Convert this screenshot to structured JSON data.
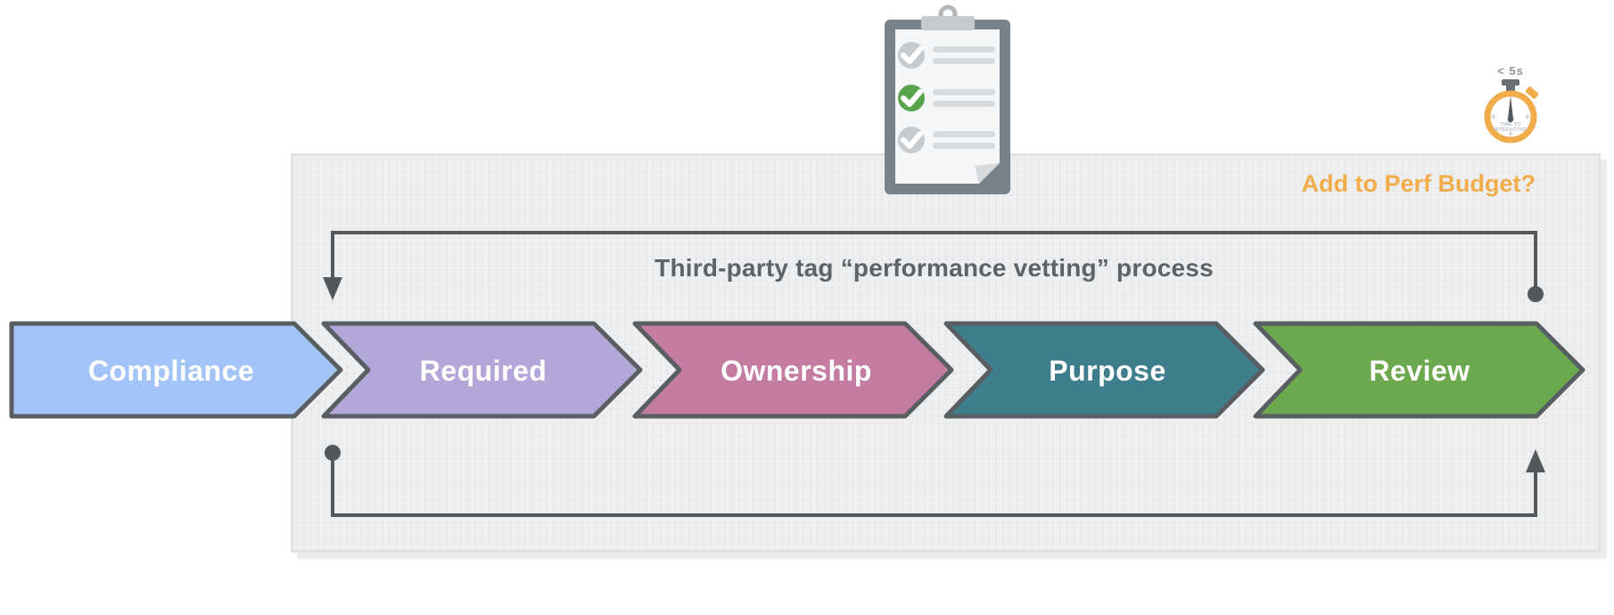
{
  "title": "Third-party tag “performance vetting” process",
  "budget_prompt": "Add to Perf Budget?",
  "timer": {
    "caption": "< 5s",
    "face_label_line1": "TIME TO",
    "face_label_line2": "INTERACTIVE",
    "accent_color": "#F2AD4B"
  },
  "clipboard": {
    "check_colors": [
      "#C6CBCE",
      "#58A44C",
      "#C6CBCE"
    ]
  },
  "steps": [
    {
      "label": "Compliance",
      "fill": "#A3C4F7"
    },
    {
      "label": "Required",
      "fill": "#B3A6D8"
    },
    {
      "label": "Ownership",
      "fill": "#C47CA2"
    },
    {
      "label": "Purpose",
      "fill": "#3E7D8B"
    },
    {
      "label": "Review",
      "fill": "#6BA84E"
    }
  ],
  "colors": {
    "chevron_border": "#595E62",
    "connector": "#54585C",
    "step_label_text": "#FFFFFF",
    "title_text": "#5F6368",
    "budget_prompt_text": "#F2AD4B",
    "timer_caption_text": "#8F969B",
    "panel_background": "#EDEEF0"
  }
}
